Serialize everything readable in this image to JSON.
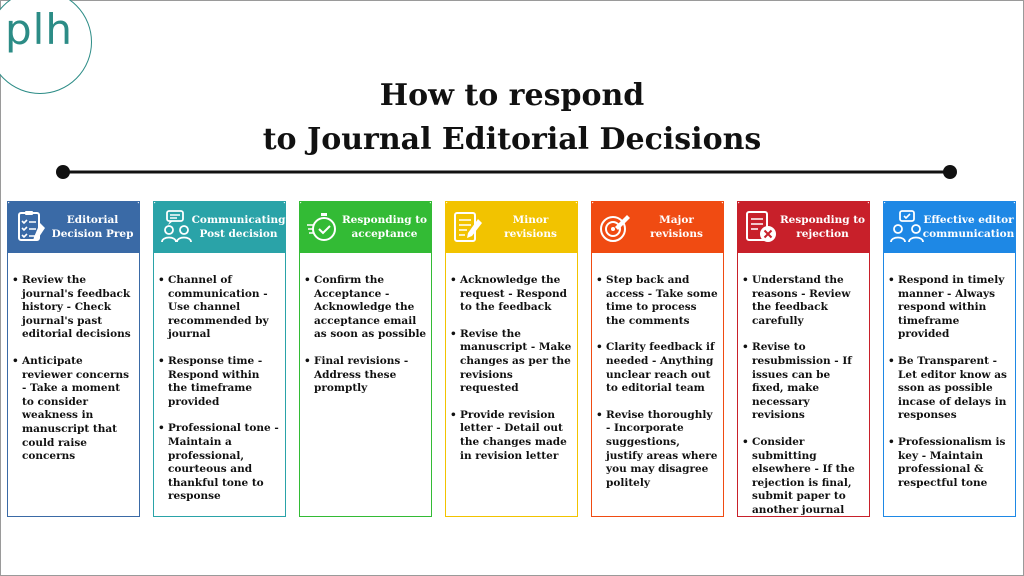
{
  "logo": {
    "text": "plh",
    "color": "#2c8c86"
  },
  "title": {
    "line1": "How to respond",
    "line2": "to Journal Editorial Decisions"
  },
  "cards": [
    {
      "heading": "Editorial Decision Prep",
      "color": "#3a6aa6",
      "icon": "checklist-document-icon",
      "points": [
        "Review the journal's feedback history - Check journal's past editorial decisions",
        "Anticipate reviewer concerns - Take a moment to consider weakness in manuscript that could raise concerns"
      ]
    },
    {
      "heading": "Communicating Post decision",
      "color": "#2aa3a8",
      "icon": "people-chat-icon",
      "points": [
        "Channel of communication - Use channel recommended by journal",
        "Response time - Respond within the timeframe provided",
        "Professional tone - Maintain a professional, courteous and thankful tone to response"
      ]
    },
    {
      "heading": "Responding to acceptance",
      "color": "#33bb35",
      "icon": "stopwatch-check-icon",
      "points": [
        "Confirm the Acceptance - Acknowledge the acceptance email as soon as possible",
        "Final revisions - Address these promptly"
      ]
    },
    {
      "heading": "Minor revisions",
      "color": "#f2c300",
      "icon": "document-edit-icon",
      "points": [
        "Acknowledge the request - Respond to the feedback",
        "Revise the manuscript - Make changes as per the revisions requested",
        "Provide revision letter - Detail out the changes made in revision letter"
      ]
    },
    {
      "heading": "Major revisions",
      "color": "#f04b12",
      "icon": "target-pencil-icon",
      "points": [
        "Step back and access - Take some time to process the comments",
        "Clarity feedback if needed - Anything unclear reach out to editorial team",
        "Revise thoroughly - Incorporate suggestions, justify areas where you may disagree politely"
      ]
    },
    {
      "heading": "Responding to rejection",
      "color": "#c8202a",
      "icon": "rejected-document-icon",
      "points": [
        "Understand the reasons - Review the feedback carefully",
        "Revise to resubmission - If issues can be fixed, make necessary revisions",
        "Consider submitting elsewhere - If the rejection is final, submit paper to another journal"
      ]
    },
    {
      "heading": "Effective editor communication",
      "color": "#1e88e5",
      "icon": "people-discussion-icon",
      "points": [
        "Respond in timely manner - Always respond within timeframe provided",
        "Be Transparent - Let editor know as sson as possible incase of delays in responses",
        "Professionalism is key - Maintain professional & respectful tone"
      ]
    }
  ]
}
